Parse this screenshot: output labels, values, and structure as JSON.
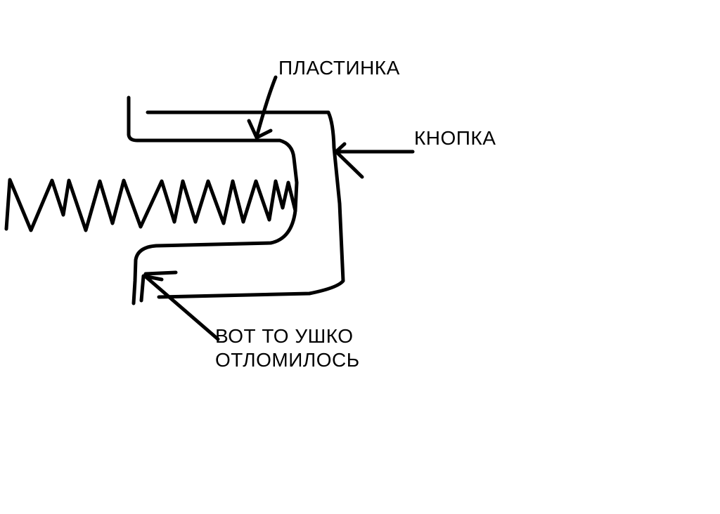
{
  "labels": {
    "plate": "ПЛАСТИНКА",
    "button": "КНОПКА",
    "ear_line1": "ВОТ ТО УШКО",
    "ear_line2": "ОТЛОМИЛОСЬ"
  },
  "colors": {
    "ink": "#000000",
    "background": "#ffffff"
  }
}
